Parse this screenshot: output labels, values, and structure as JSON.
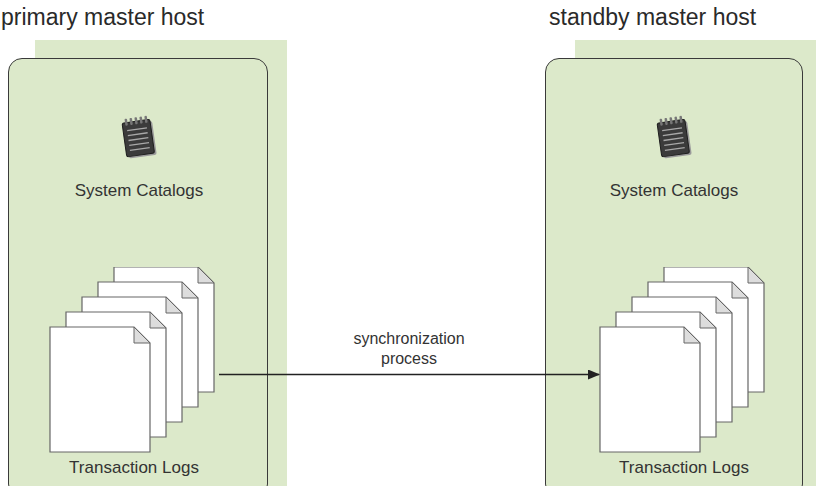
{
  "diagram": {
    "nodes": [
      {
        "text": [
          "primary master host"
        ]
      },
      {
        "text": [
          "System Catalogs"
        ],
        "in": 0
      },
      {
        "text": [
          "Transaction Logs"
        ],
        "in": 0
      },
      {
        "text": [
          "standby master host"
        ]
      },
      {
        "text": [
          "System Catalogs"
        ],
        "in": 3
      },
      {
        "text": [
          "Transaction Logs"
        ],
        "in": 3
      }
    ],
    "edges": [
      {
        "from": 2,
        "to": 5,
        "arrow": "to",
        "label": "synchronization process"
      }
    ]
  }
}
